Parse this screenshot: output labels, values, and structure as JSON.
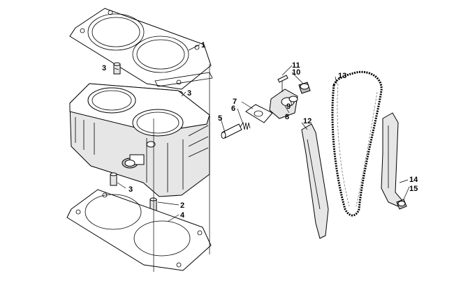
{
  "callouts": {
    "c1": "1",
    "c2": "2",
    "c3a": "3",
    "c3b": "3",
    "c3c": "3",
    "c4": "4",
    "c5": "5",
    "c6": "6",
    "c7": "7",
    "c8": "8",
    "c9": "9",
    "c10": "10",
    "c11": "11",
    "c12": "12",
    "c13": "13",
    "c14": "14",
    "c15": "15"
  }
}
